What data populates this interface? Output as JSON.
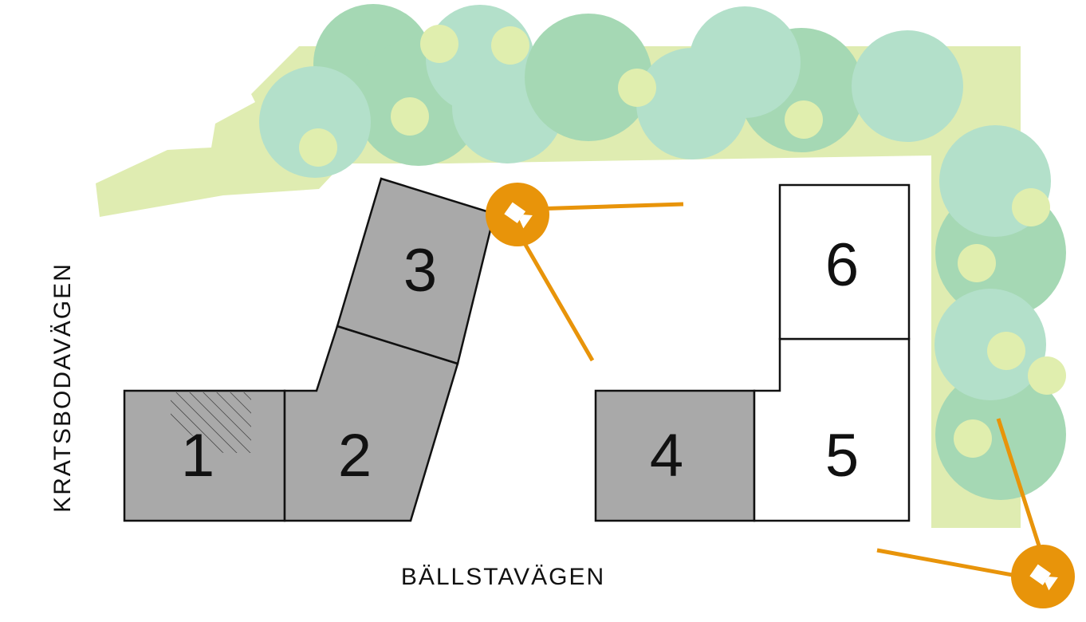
{
  "map": {
    "roads": {
      "west": "KRATSBODAVÄGEN",
      "south": "BÄLLSTAVÄGEN"
    },
    "buildings": [
      {
        "id": "building-1",
        "label": "1",
        "status": "built"
      },
      {
        "id": "building-2",
        "label": "2",
        "status": "built"
      },
      {
        "id": "building-3",
        "label": "3",
        "status": "built"
      },
      {
        "id": "building-4",
        "label": "4",
        "status": "built"
      },
      {
        "id": "building-5",
        "label": "5",
        "status": "planned"
      },
      {
        "id": "building-6",
        "label": "6",
        "status": "planned"
      }
    ],
    "colors": {
      "built_building": "#a9a9a9",
      "planned_building": "#ffffff",
      "outline": "#111111",
      "green_area": "#dfecb1",
      "tree_dark": "#a5d8b4",
      "tree_light": "#b3e0ca",
      "tree_highlight": "#e0eeae",
      "camera_marker": "#e8940a"
    },
    "icons": {
      "camera_marker_icon": "camera-icon",
      "hatched_area": "hatch-pattern"
    }
  }
}
